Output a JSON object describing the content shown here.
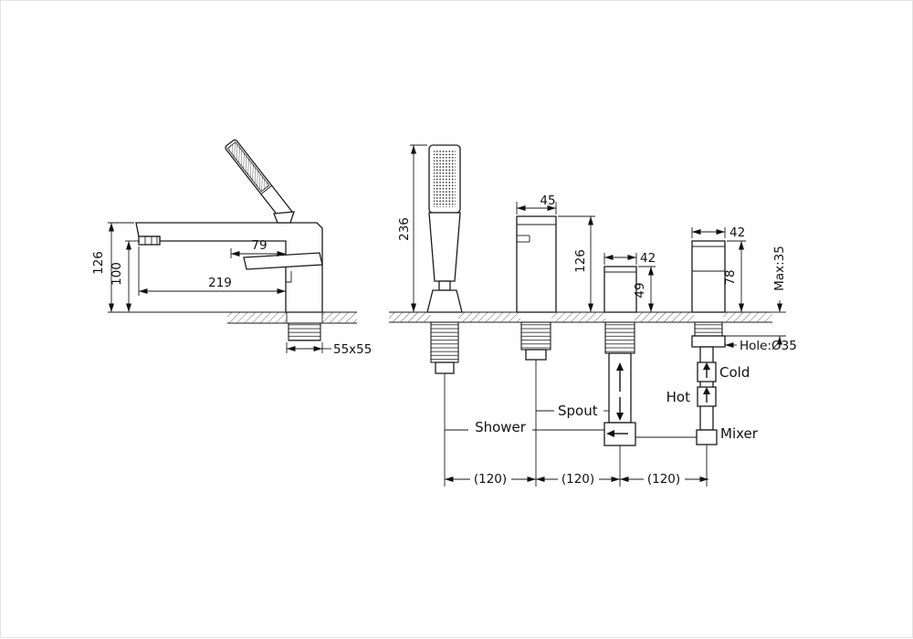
{
  "drawing": {
    "side_view": {
      "dim_height_total": "126",
      "dim_height_spout": "100",
      "dim_reach": "219",
      "dim_handle": "79",
      "dim_base": "55x55"
    },
    "front_view": {
      "dim_handshower_height": "236",
      "dim_spout_width": "45",
      "dim_spout_height": "126",
      "dim_diverter_width": "42",
      "dim_diverter_height": "49",
      "dim_mixer_width": "42",
      "dim_mixer_height": "78",
      "dim_deck_max": "Max:35",
      "dim_hole": "Hole:Ø35",
      "label_shower": "Shower",
      "label_spout": "Spout",
      "label_hot": "Hot",
      "label_cold": "Cold",
      "label_mixer": "Mixer",
      "dim_spacing_1": "(120)",
      "dim_spacing_2": "(120)",
      "dim_spacing_3": "(120)"
    }
  }
}
